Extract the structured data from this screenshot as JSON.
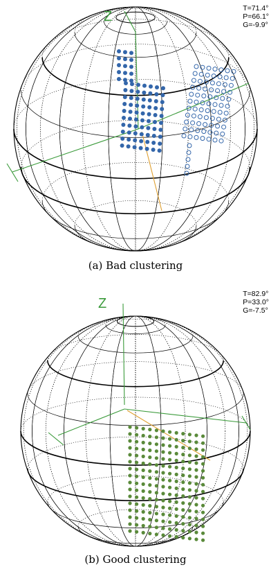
{
  "panel_a": {
    "caption": "(a)  Bad clustering",
    "angles": {
      "t": "T=71.4°",
      "p": "P=66.1°",
      "g": "G=-9.9°"
    },
    "axis_label": "Z",
    "point_color": "#3366aa",
    "filled_marker": "filled-circle",
    "hollow_marker": "hollow-circle"
  },
  "panel_b": {
    "caption": "(b)  Good clustering",
    "angles": {
      "t": "T=82.9°",
      "p": "P=33.0°",
      "g": "G=-7.5°"
    },
    "axis_label": "Z",
    "point_color": "#5a8a3a",
    "filled_marker": "filled-circle"
  },
  "colors": {
    "axis_line": "#3a9a3a",
    "orientation_line": "#e0a030",
    "wireframe": "#000000"
  }
}
